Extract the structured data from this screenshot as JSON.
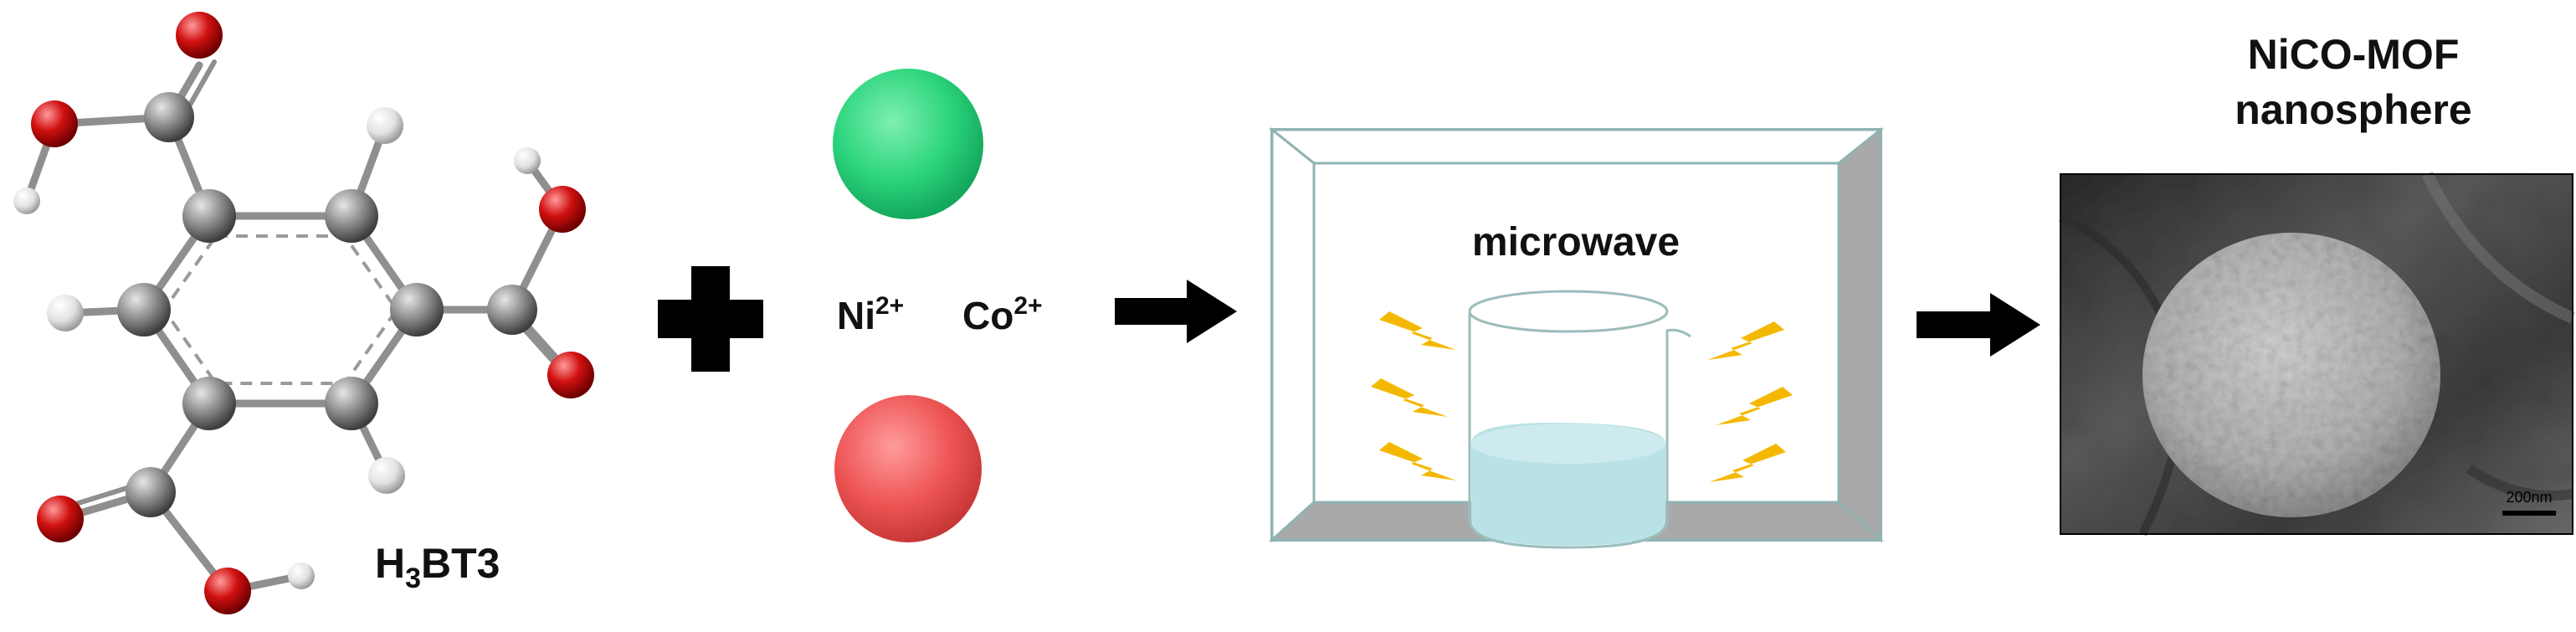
{
  "molecule": {
    "label_prefix": "H",
    "label_sub": "3",
    "label_suffix": "BT3",
    "atom_colors": {
      "carbon": "#8a8a8a",
      "oxygen": "#d01010",
      "hydrogen": "#e8e8e8"
    }
  },
  "plus_symbol": "plus-icon",
  "ions": {
    "ni_base": "Ni",
    "ni_charge": "2+",
    "co_base": "Co",
    "co_charge": "2+",
    "ni_color": "#2bd47c",
    "co_color": "#ee5555"
  },
  "reactor": {
    "label": "microwave",
    "bolt_color": "#f5b800",
    "liquid_color": "#b9e2e6"
  },
  "product": {
    "title_line1": "NiCO-MOF",
    "title_line2": "nanosphere",
    "scale_bar_label": "200nm"
  },
  "arrows": [
    "arrow-right-icon",
    "arrow-right-icon"
  ]
}
